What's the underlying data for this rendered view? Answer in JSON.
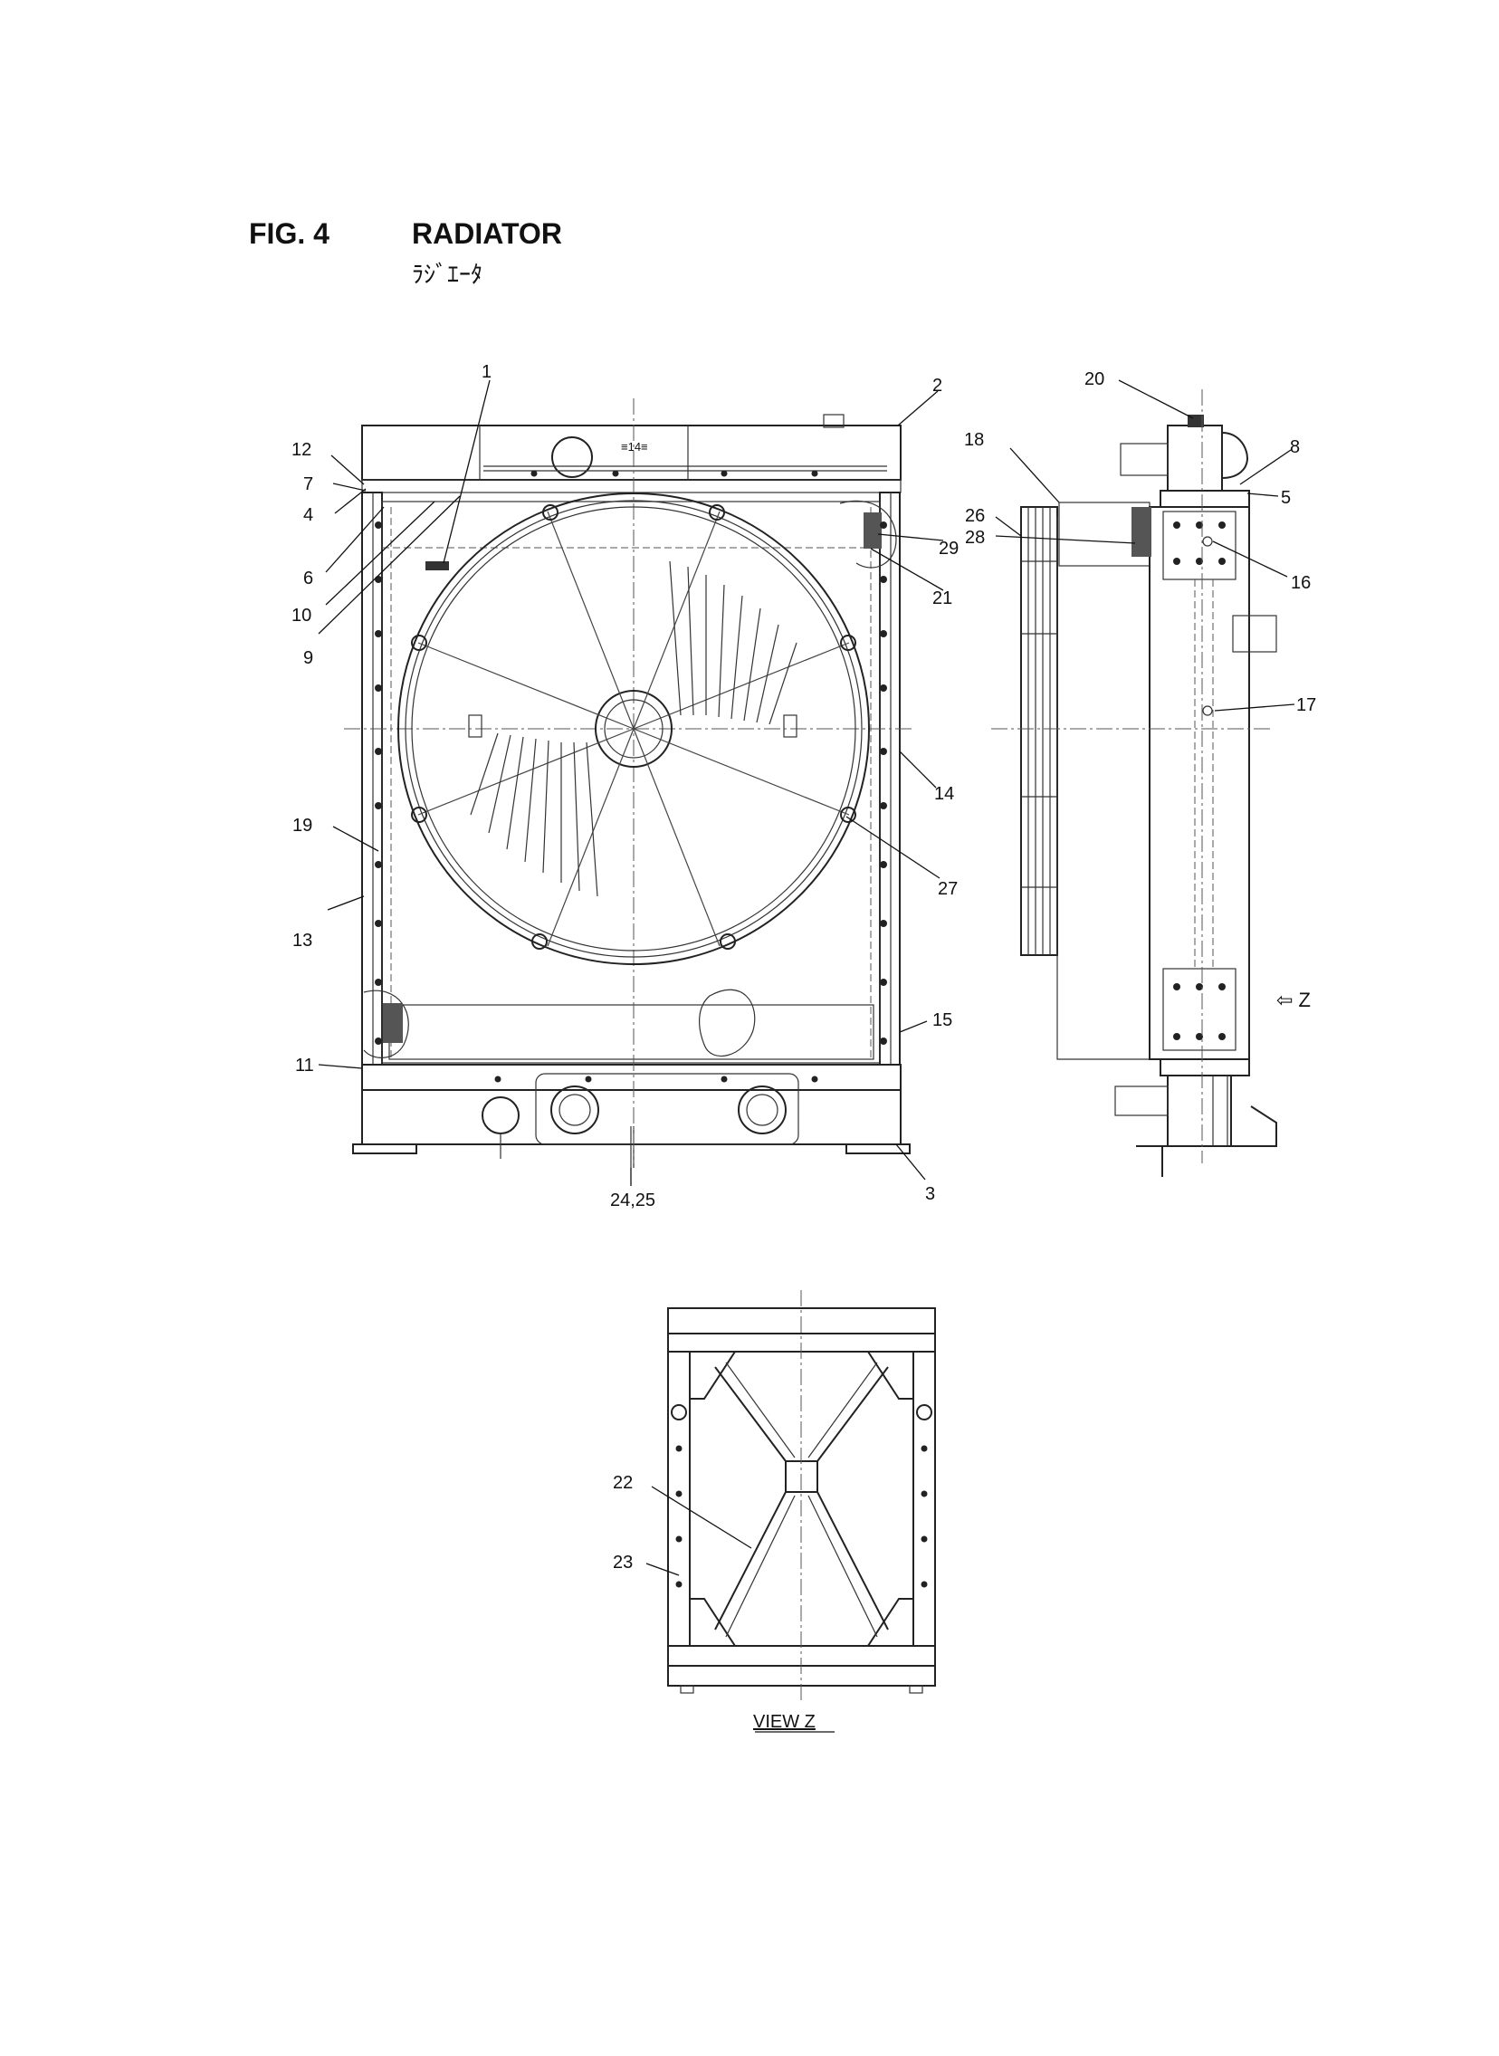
{
  "header": {
    "figure_number": "FIG. 4",
    "title": "RADIATOR",
    "title_jp": "ﾗｼﾞｴｰﾀ"
  },
  "views": {
    "view_z_label": "VIEW Z",
    "z_arrow_label": "⇦ Z"
  },
  "callouts": {
    "c1": "1",
    "c2": "2",
    "c3": "3",
    "c4": "4",
    "c5": "5",
    "c6": "6",
    "c7": "7",
    "c8": "8",
    "c9": "9",
    "c10": "10",
    "c11": "11",
    "c12": "12",
    "c13": "13",
    "c14": "14",
    "c15": "15",
    "c16": "16",
    "c17": "17",
    "c18": "18",
    "c19": "19",
    "c20": "20",
    "c21": "21",
    "c22": "22",
    "c23": "23",
    "c24_25": "24,25",
    "c26": "26",
    "c27": "27",
    "c28": "28",
    "c29": "29"
  }
}
